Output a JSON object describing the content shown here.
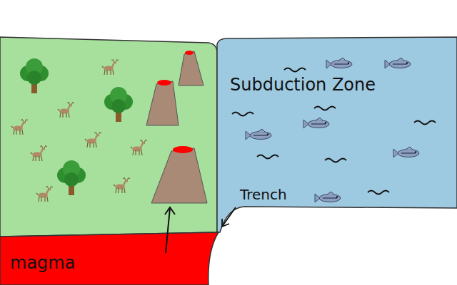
{
  "diagram": {
    "labels": [
      "Subduction Zone",
      "Trench",
      "magma"
    ]
  }
}
